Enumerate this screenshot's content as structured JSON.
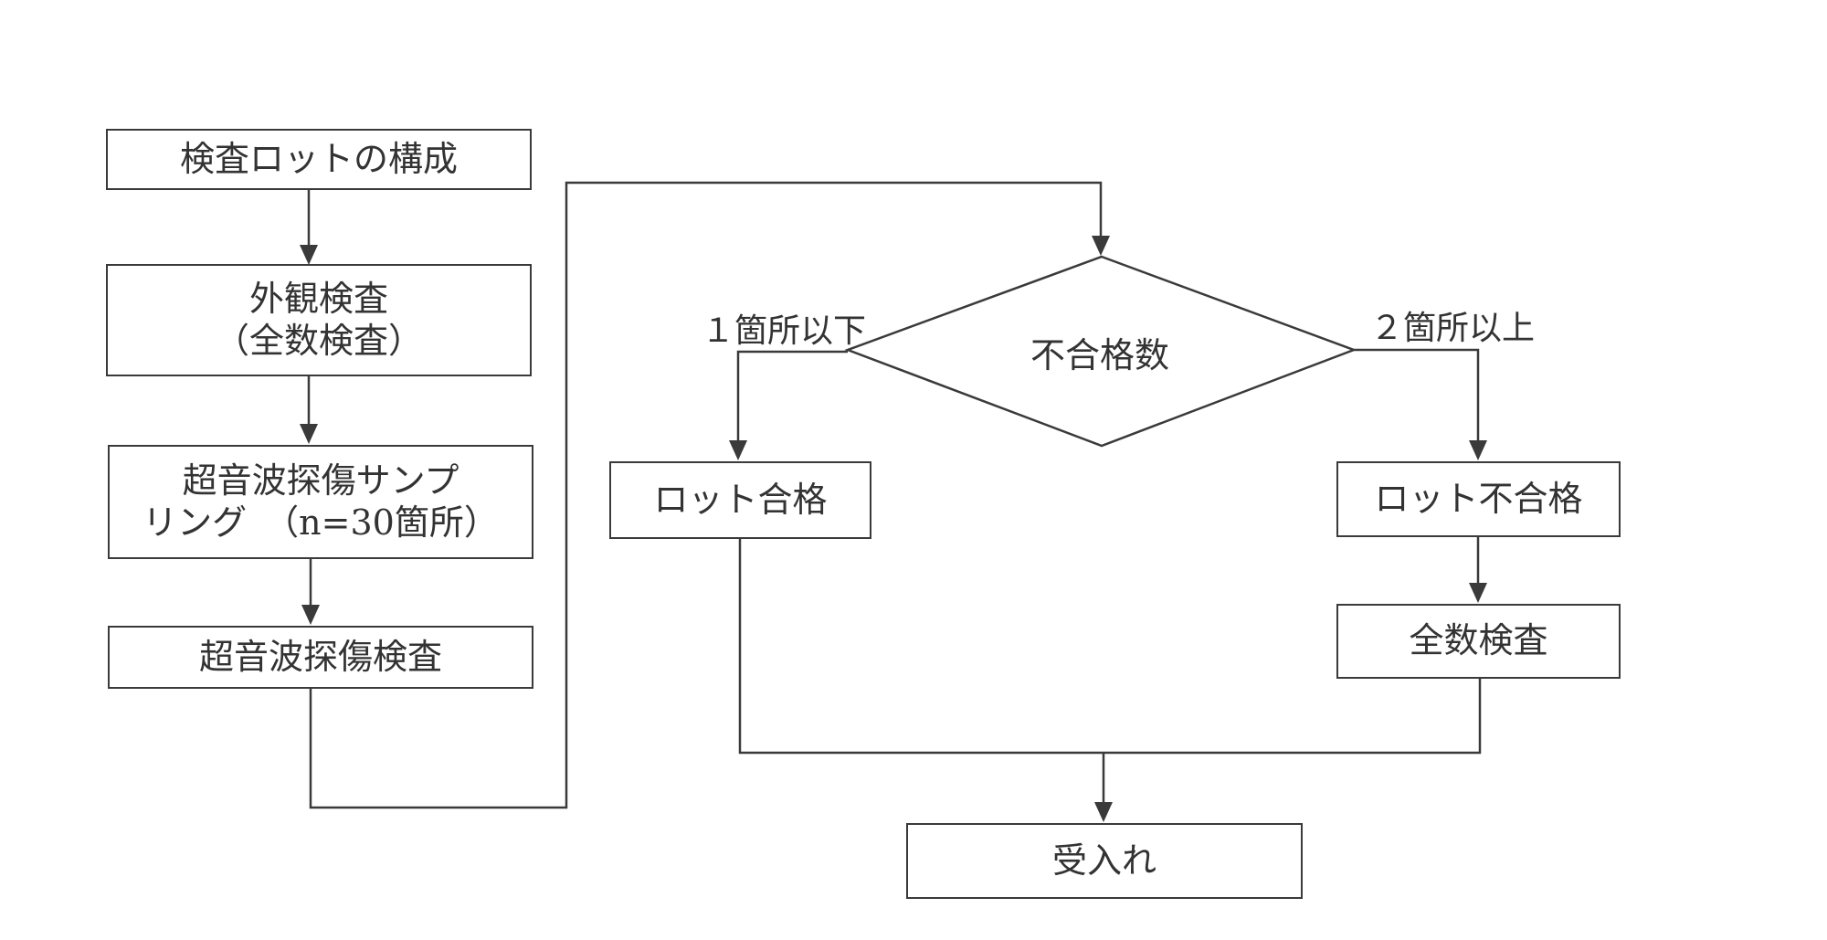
{
  "boxes": {
    "lot_composition": "検査ロットの構成",
    "visual_inspection": [
      "外観検査",
      "（全数検査）"
    ],
    "ut_sampling": [
      "超音波探傷サンプ",
      "リング　（n=30箇所）"
    ],
    "ut_inspection": "超音波探傷検査",
    "decision": "不合格数",
    "lot_pass": "ロット合格",
    "lot_fail": "ロット不合格",
    "full_inspection": "全数検査",
    "acceptance": "受入れ"
  },
  "branches": {
    "left": "１箇所以下",
    "right": "２箇所以上"
  }
}
